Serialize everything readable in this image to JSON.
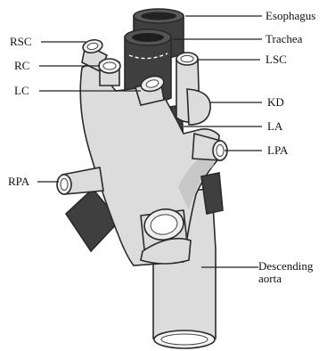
{
  "labels": {
    "esophagus": "Esophagus",
    "trachea": "Trachea",
    "lsc": "LSC",
    "rsc": "RSC",
    "rc": "RC",
    "lc": "LC",
    "kd": "KD",
    "la": "LA",
    "lpa": "LPA",
    "rpa": "RPA",
    "descending_line1": "Descending",
    "descending_line2": "aorta"
  }
}
